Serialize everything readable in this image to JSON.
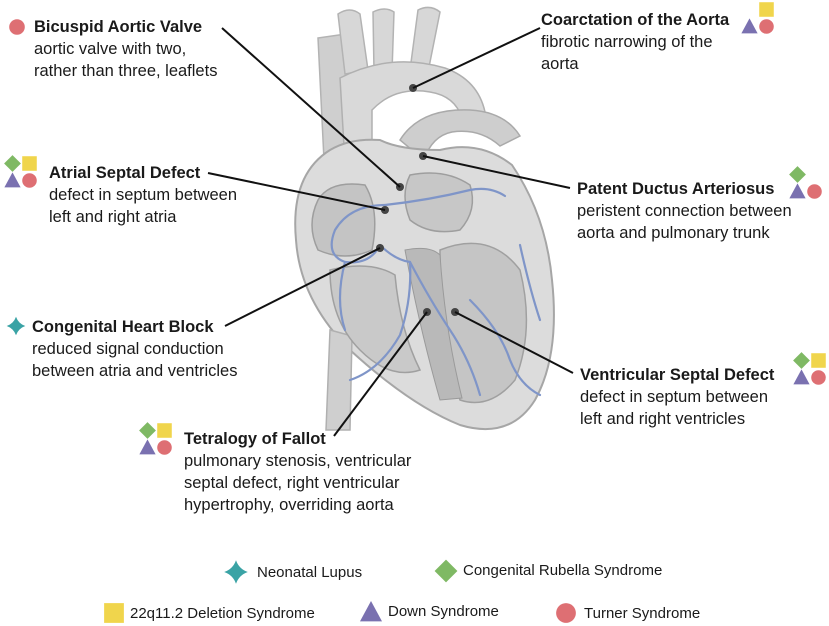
{
  "colors": {
    "lupus": "#3aa3a5",
    "rubella": "#7fb964",
    "deletion22q": "#f0d54c",
    "down": "#7a71b0",
    "turner": "#de6f73",
    "heart": "#d5d5d5",
    "heart_dark": "#a9a9a9",
    "conduction": "#7f95c8",
    "leader": "#111111"
  },
  "defects": [
    {
      "id": "bicuspid",
      "title": "Bicuspid Aortic Valve",
      "desc": [
        "aortic valve with two,",
        "rather than three, leaflets"
      ],
      "markers": [
        "turner"
      ]
    },
    {
      "id": "coarctation",
      "title": "Coarctation of the Aorta",
      "desc": [
        "fibrotic narrowing of the",
        "aorta"
      ],
      "markers": [
        "deletion22q",
        "down",
        "turner"
      ]
    },
    {
      "id": "asd",
      "title": "Atrial Septal Defect",
      "desc": [
        "defect in septum between",
        "left and right atria"
      ],
      "markers": [
        "rubella",
        "deletion22q",
        "down",
        "turner"
      ]
    },
    {
      "id": "pda",
      "title": "Patent Ductus Arteriosus",
      "desc": [
        "peristent connection between",
        "aorta and pulmonary trunk"
      ],
      "markers": [
        "rubella",
        "down",
        "turner"
      ]
    },
    {
      "id": "chb",
      "title": "Congenital Heart Block",
      "desc": [
        "reduced signal conduction",
        "between atria and ventricles"
      ],
      "markers": [
        "lupus"
      ]
    },
    {
      "id": "vsd",
      "title": "Ventricular Septal Defect",
      "desc": [
        "defect in septum between",
        "left and right ventricles"
      ],
      "markers": [
        "rubella",
        "deletion22q",
        "down",
        "turner"
      ]
    },
    {
      "id": "tof",
      "title": "Tetralogy of Fallot",
      "desc": [
        "pulmonary stenosis, ventricular",
        "septal defect, right ventricular",
        "hypertrophy, overriding aorta"
      ],
      "markers": [
        "rubella",
        "deletion22q",
        "down",
        "turner"
      ]
    }
  ],
  "legend": [
    {
      "key": "lupus",
      "shape": "star",
      "label": "Neonatal Lupus"
    },
    {
      "key": "rubella",
      "shape": "diamond",
      "label": "Congenital Rubella Syndrome"
    },
    {
      "key": "deletion22q",
      "shape": "square",
      "label": "22q11.2 Deletion Syndrome"
    },
    {
      "key": "down",
      "shape": "triangle",
      "label": "Down Syndrome"
    },
    {
      "key": "turner",
      "shape": "circle",
      "label": "Turner Syndrome"
    }
  ]
}
